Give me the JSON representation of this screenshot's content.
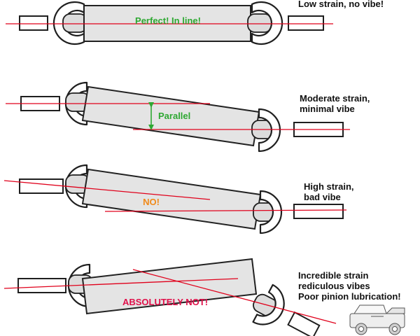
{
  "rows": [
    {
      "tube_text": "Perfect!  In line!",
      "tube_text_color": "#2ea832",
      "side_label": [
        "Low strain, no vibe!"
      ]
    },
    {
      "tube_text": "Parallel",
      "tube_text_color": "#2ea832",
      "arrow_color": "#2ea832",
      "side_label": [
        "Moderate strain,",
        "minimal vibe"
      ]
    },
    {
      "tube_text": "NO!",
      "tube_text_color": "#f08a1a",
      "side_label": [
        "High strain,",
        "bad vibe"
      ]
    },
    {
      "tube_text": "ABSOLUTELY NOT!",
      "tube_text_color": "#e0104a",
      "side_label": [
        "Incredible strain",
        "rediculous vibes",
        "Poor pinion lubrication!"
      ]
    }
  ],
  "colors": {
    "alignment_line": "#e0001b",
    "tube_fill": "#e4e4e4",
    "outline": "#1f1f1f"
  }
}
